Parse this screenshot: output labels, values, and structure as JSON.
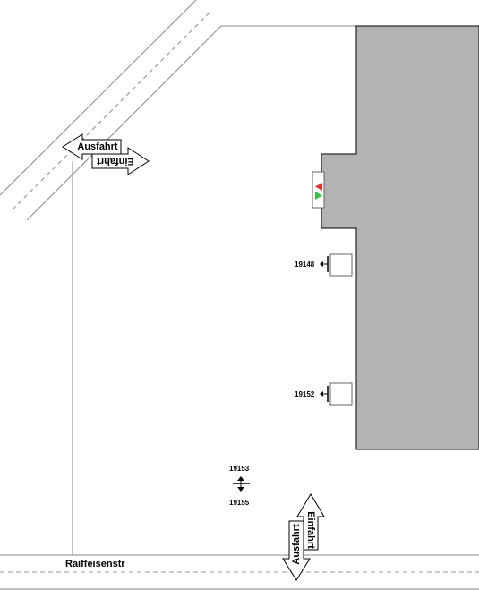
{
  "street": {
    "name": "Raiffeisenstr"
  },
  "exits": [
    {
      "id": "top-left",
      "exit_label": "Ausfahrt",
      "entry_label": "Einfahrt"
    },
    {
      "id": "bottom",
      "exit_label": "Ausfahrt",
      "entry_label": "Einfahrt"
    }
  ],
  "stations": [
    {
      "id": "19148"
    },
    {
      "id": "19152"
    },
    {
      "id": "19153"
    },
    {
      "id": "19155"
    }
  ],
  "colors": {
    "building": "#b3b3b3",
    "arrow_up": "#e8322a",
    "arrow_down": "#33c43a",
    "line": "#000000",
    "dashed": "#888888"
  }
}
